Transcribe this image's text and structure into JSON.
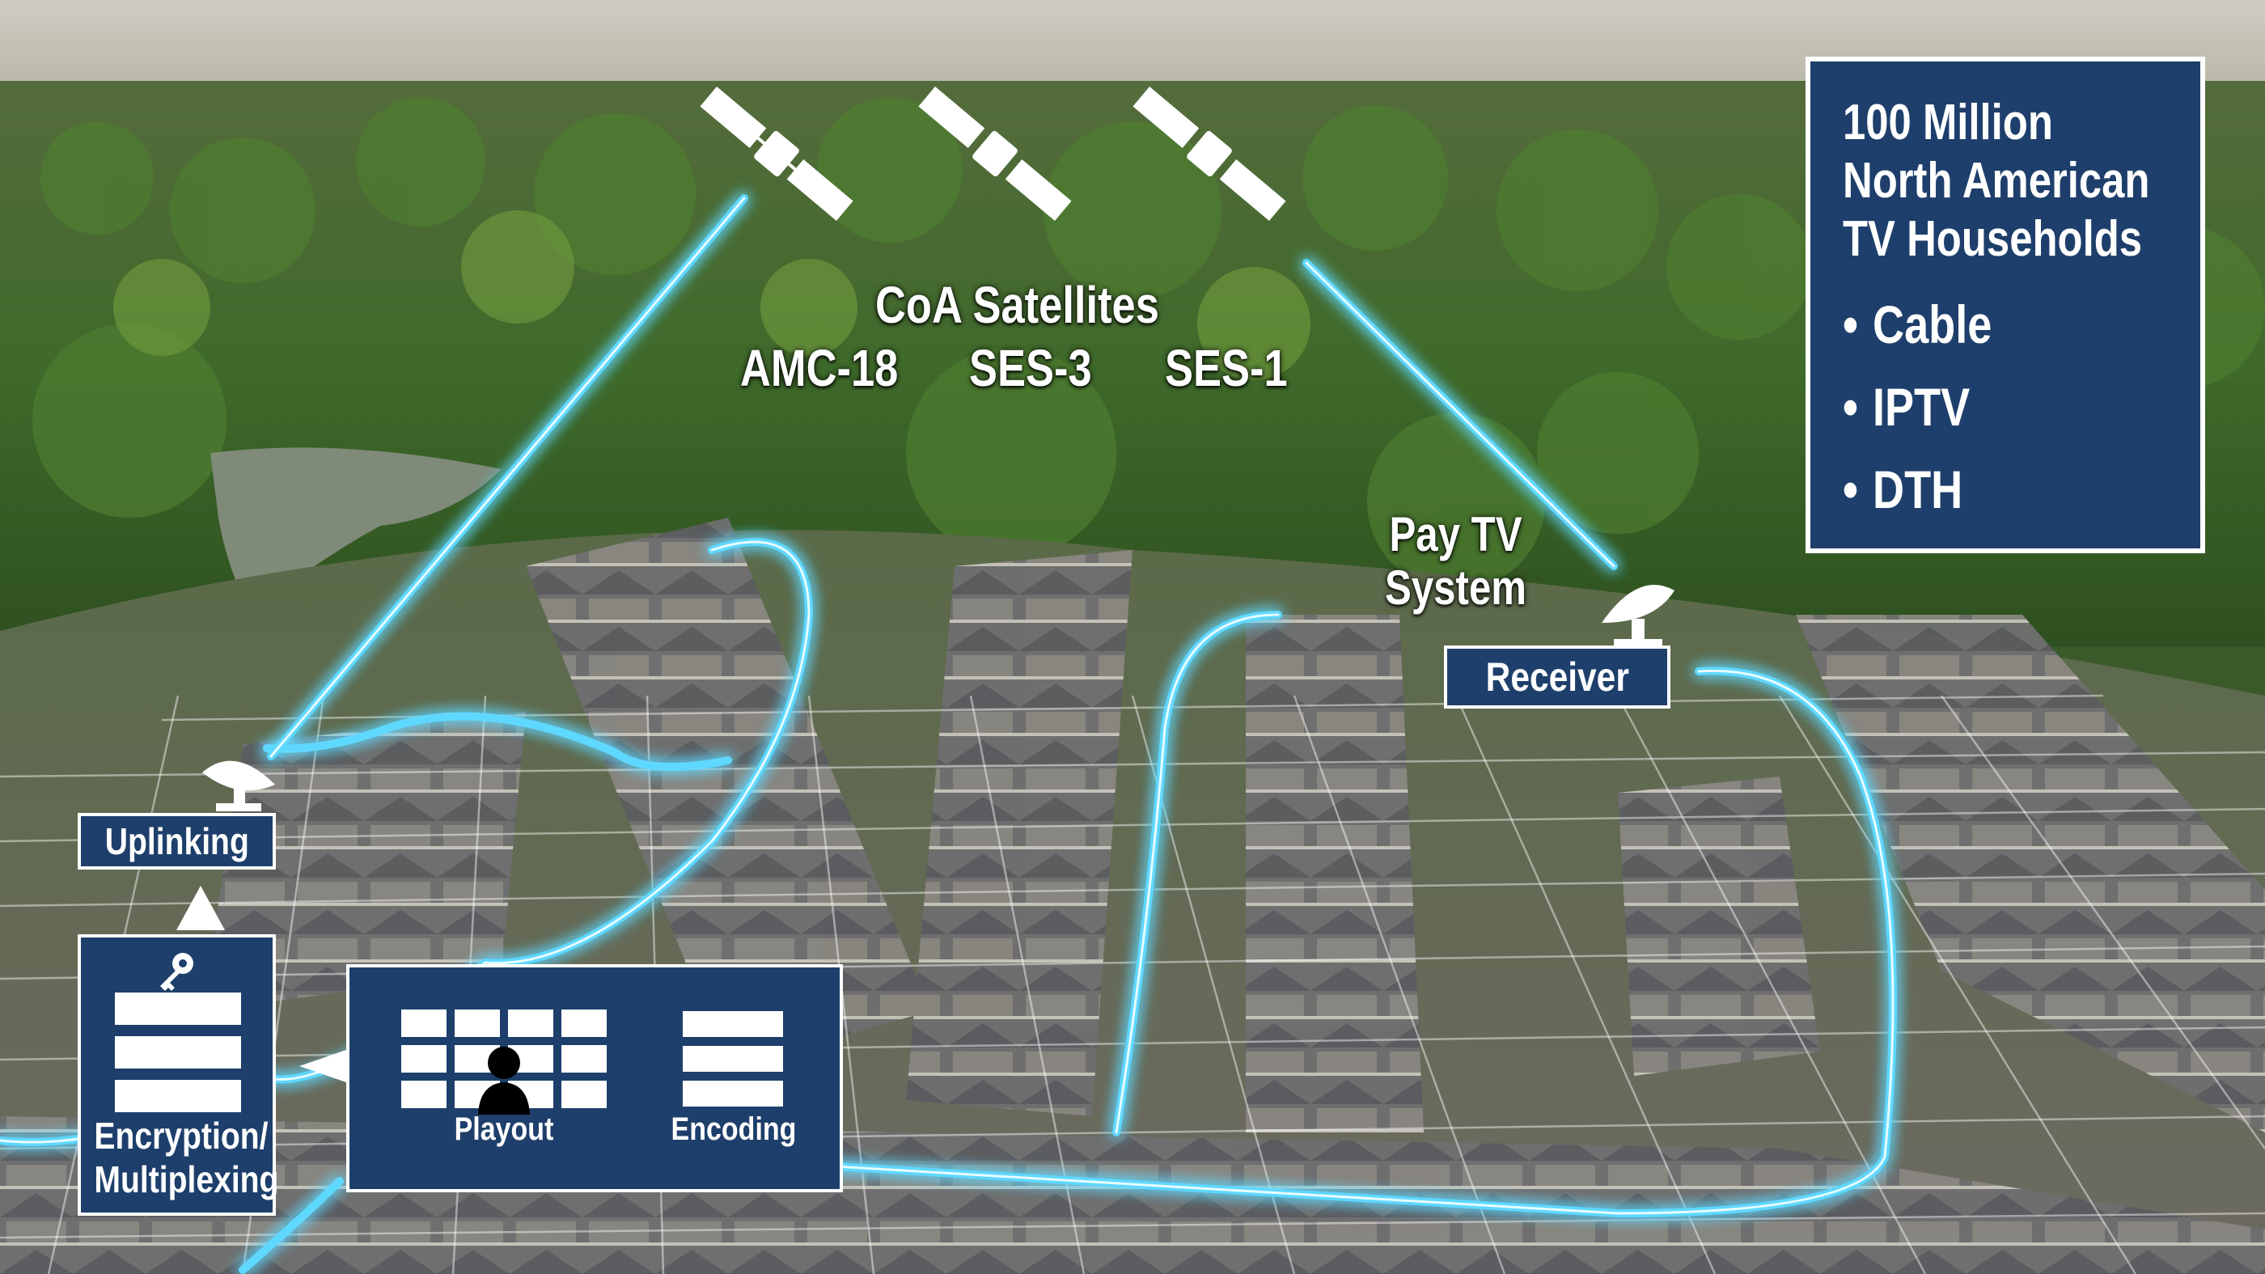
{
  "satellites": {
    "heading": "CoA Satellites",
    "names": [
      "AMC-18",
      "SES-3",
      "SES-1"
    ]
  },
  "pay_tv_label": "Pay TV\nSystem",
  "receiver_label": "Receiver",
  "uplinking_label": "Uplinking",
  "encryption_label": "Encryption/\nMultiplexing",
  "playout_label": "Playout",
  "encoding_label": "Encoding",
  "info_box": {
    "title_lines": [
      "100 Million",
      "North American",
      "TV Households"
    ],
    "items": [
      "Cable",
      "IPTV",
      "DTH"
    ]
  },
  "colors": {
    "panel_blue": "#1e3f6b",
    "beam": "#5fd8ff",
    "sky": "#d9d5cb"
  }
}
